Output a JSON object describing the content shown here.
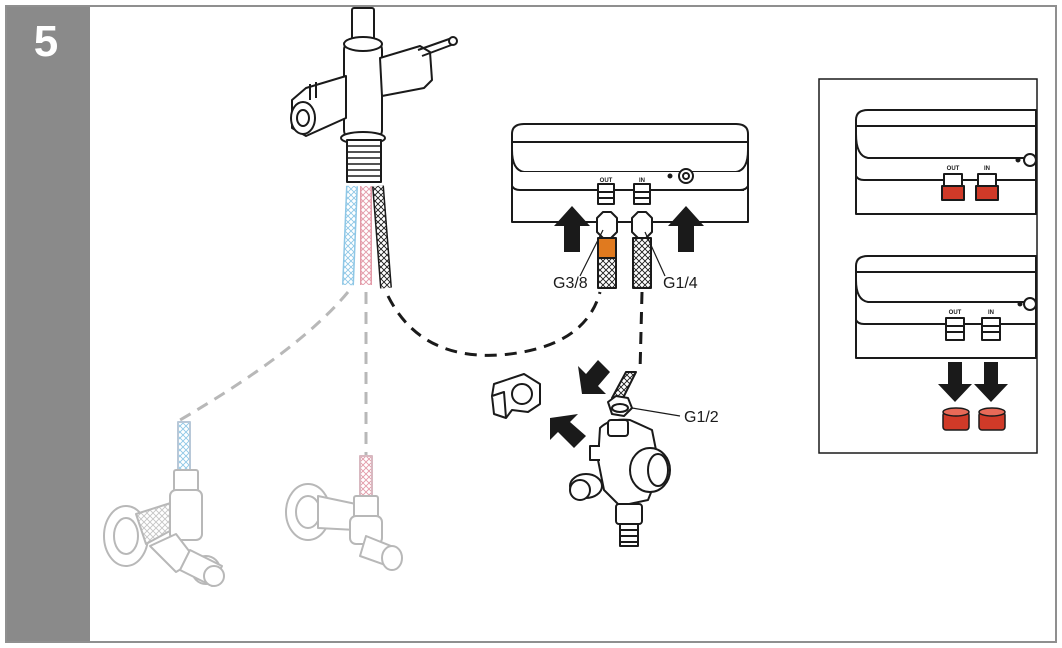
{
  "step": {
    "number": "5"
  },
  "labels": {
    "out_thread": "G3/8",
    "in_thread": "G1/4",
    "valve_thread": "G1/2"
  },
  "unit_ports": {
    "out": "OUT",
    "in": "IN"
  },
  "colors": {
    "frame": "#8f8f8f",
    "sidebar": "#8a8a8a",
    "ink": "#1a1a1a",
    "faded": "#b8b8b8",
    "orange": "#e07a1f",
    "cap_red": "#d03a28",
    "hose_blue": "#8ec7e6",
    "hose_red": "#e39aa8"
  },
  "icons": {
    "arrows": "arrow-up-icon, arrow-down-icon, arrow-diagonal-icon",
    "parts": "faucet, filter-unit, diverter-valve, hose-clip, angle-valve, red-cap"
  }
}
